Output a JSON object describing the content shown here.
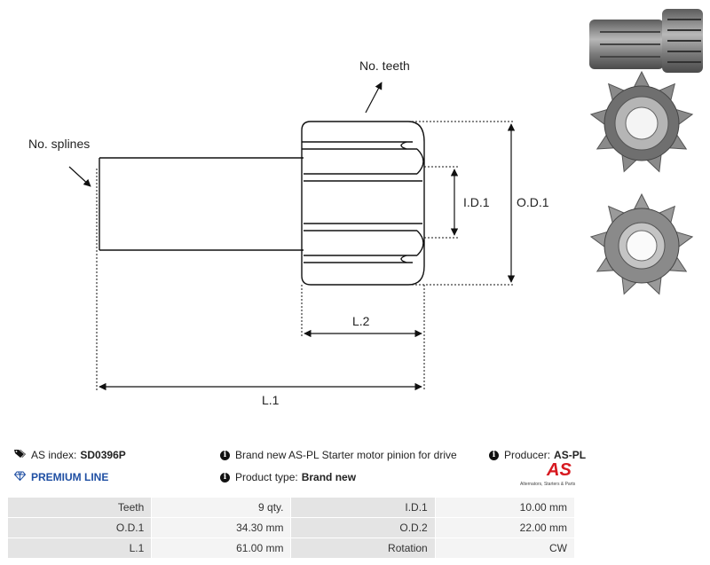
{
  "drawing": {
    "labels": {
      "splines": "No. splines",
      "teeth": "No. teeth",
      "id1": "I.D.1",
      "od1": "O.D.1",
      "l2": "L.2",
      "l1": "L.1"
    }
  },
  "info": {
    "as_index_label": "AS index:",
    "as_index_value": "SD0396P",
    "premium": "PREMIUM LINE",
    "description": "Brand new AS-PL Starter motor pinion for drive",
    "product_type_label": "Product type:",
    "product_type_value": "Brand new",
    "producer_label": "Producer:",
    "producer_value": "AS-PL",
    "logo_text": "AS",
    "logo_sub": "Alternators, Starters & Parts"
  },
  "icons": {
    "index": "tag-icon",
    "premium": "diamond-icon",
    "info": "info-icon"
  },
  "specs": [
    {
      "l1": "Teeth",
      "v1": "9 qty.",
      "l2": "I.D.1",
      "v2": "10.00 mm"
    },
    {
      "l1": "O.D.1",
      "v1": "34.30 mm",
      "l2": "O.D.2",
      "v2": "22.00 mm"
    },
    {
      "l1": "L.1",
      "v1": "61.00 mm",
      "l2": "Rotation",
      "v2": "CW"
    }
  ],
  "colors": {
    "premium": "#1f4fa3",
    "logo": "#d71920",
    "table_label_bg": "#e4e4e4",
    "table_value_bg": "#f4f4f4"
  }
}
